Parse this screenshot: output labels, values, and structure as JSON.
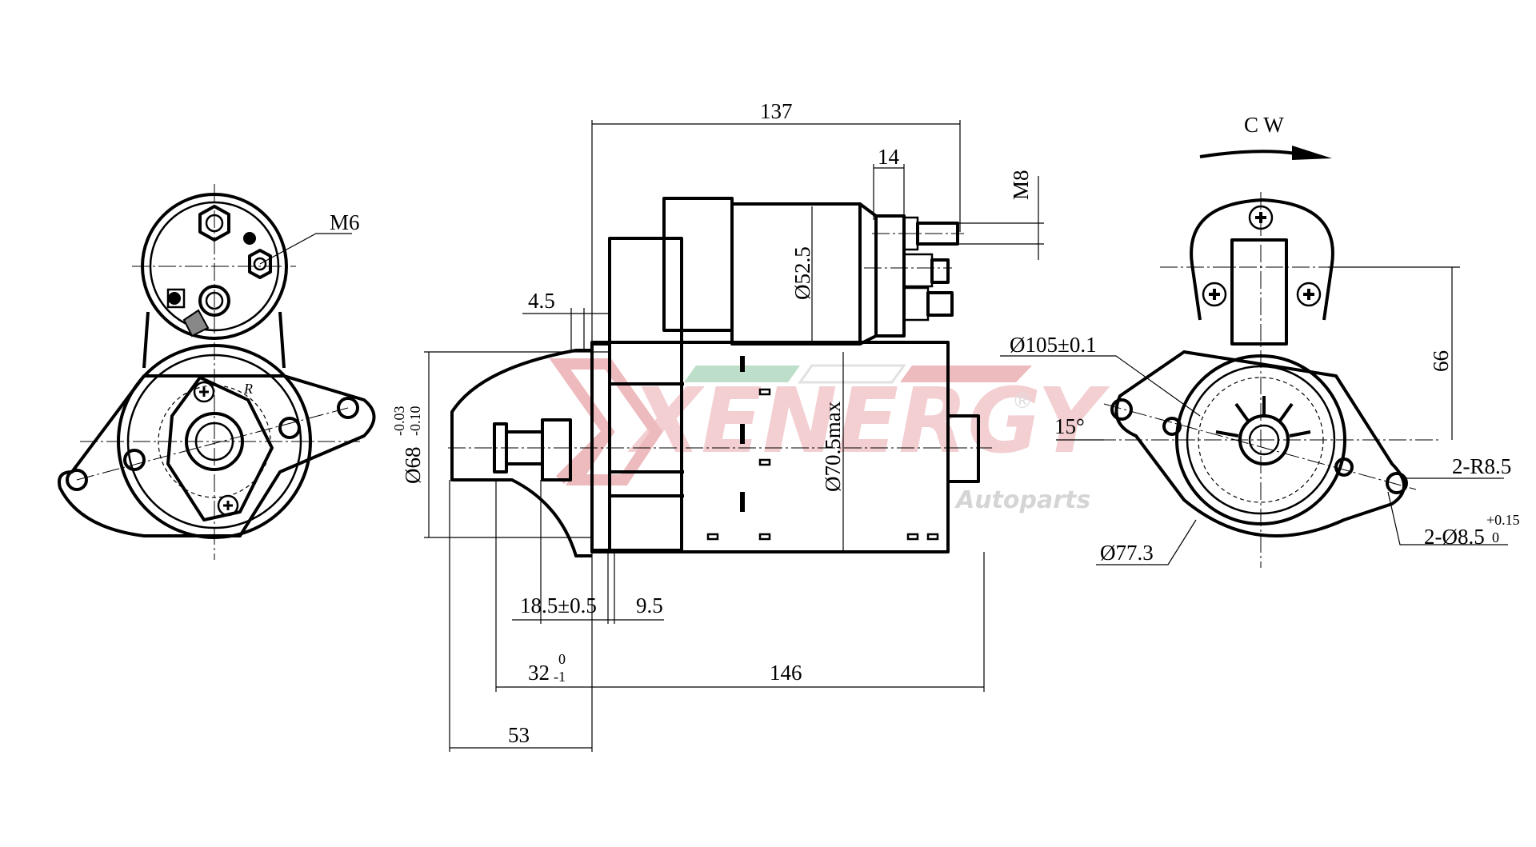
{
  "drawing": {
    "subject": "Starter motor dimensional drawing",
    "views": [
      "front-view",
      "side-view",
      "rear-view"
    ]
  },
  "watermark": {
    "brand": "XENERGY",
    "sub": "Autoparts",
    "registered": "®",
    "color": "#e8a3a8",
    "accent_green": "#a8d4b6",
    "sub_color": "#c8c8c8"
  },
  "front_view": {
    "thread_label": "M6",
    "marking": "R"
  },
  "side_view": {
    "overall_top": "137",
    "terminal_width": "14",
    "thread_label": "M8",
    "solenoid_diameter": "Ø52.5",
    "flange_offset": "4.5",
    "pilot_diameter": "Ø68",
    "pilot_tol_upper": "-0.03",
    "pilot_tol_lower": "-0.10",
    "body_diameter": "Ø70.5max",
    "pinion_dim": "18.5±0.5",
    "flange_thickness": "9.5",
    "pinion_length": "32",
    "pinion_tol_upper": "0",
    "pinion_tol_lower": "-1",
    "body_length": "146",
    "nose_length": "53"
  },
  "rear_view": {
    "rotation_label": "C W",
    "bolt_circle": "Ø105±0.1",
    "angle": "15°",
    "height": "66",
    "ear_radius": "2-R8.5",
    "hole_diameter": "2-Ø8.5",
    "hole_tol_upper": "+0.15",
    "hole_tol_lower": "0",
    "housing_diameter": "Ø77.3"
  }
}
